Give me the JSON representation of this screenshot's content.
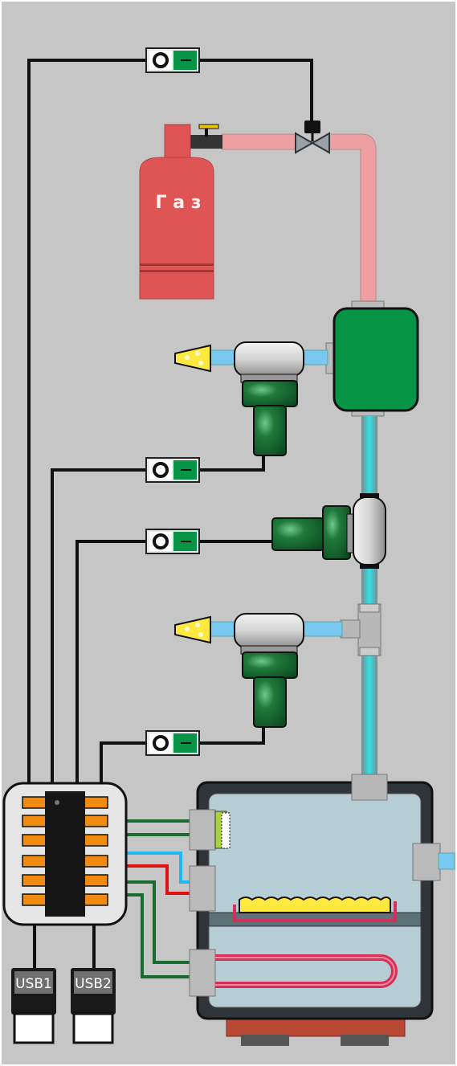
{
  "colors": {
    "background": "#c6c6c6",
    "wire": "#111111",
    "gas_pipe": "#ee9fa2",
    "water_pipe": "#30d8dc",
    "pipe_metal": "#9aa2a8",
    "valve_green": "#0f8f45",
    "cylinder_red": "#df5454",
    "nozzle_blue": "#78c8f0",
    "flame_yellow": "#ffe940",
    "chamber_water": "#b6cdd6",
    "heater_red": "#d6305a"
  },
  "cylinder": {
    "label": "Г а з"
  },
  "usb": [
    {
      "label": "USB1"
    },
    {
      "label": "USB2"
    }
  ],
  "icons": [
    "power-switch-icon",
    "gas-cylinder-icon",
    "gas-valve-icon",
    "burner-nozzle-icon",
    "solenoid-valve-icon",
    "microcontroller-chip-icon",
    "usb-connector-icon",
    "heating-element-icon"
  ]
}
